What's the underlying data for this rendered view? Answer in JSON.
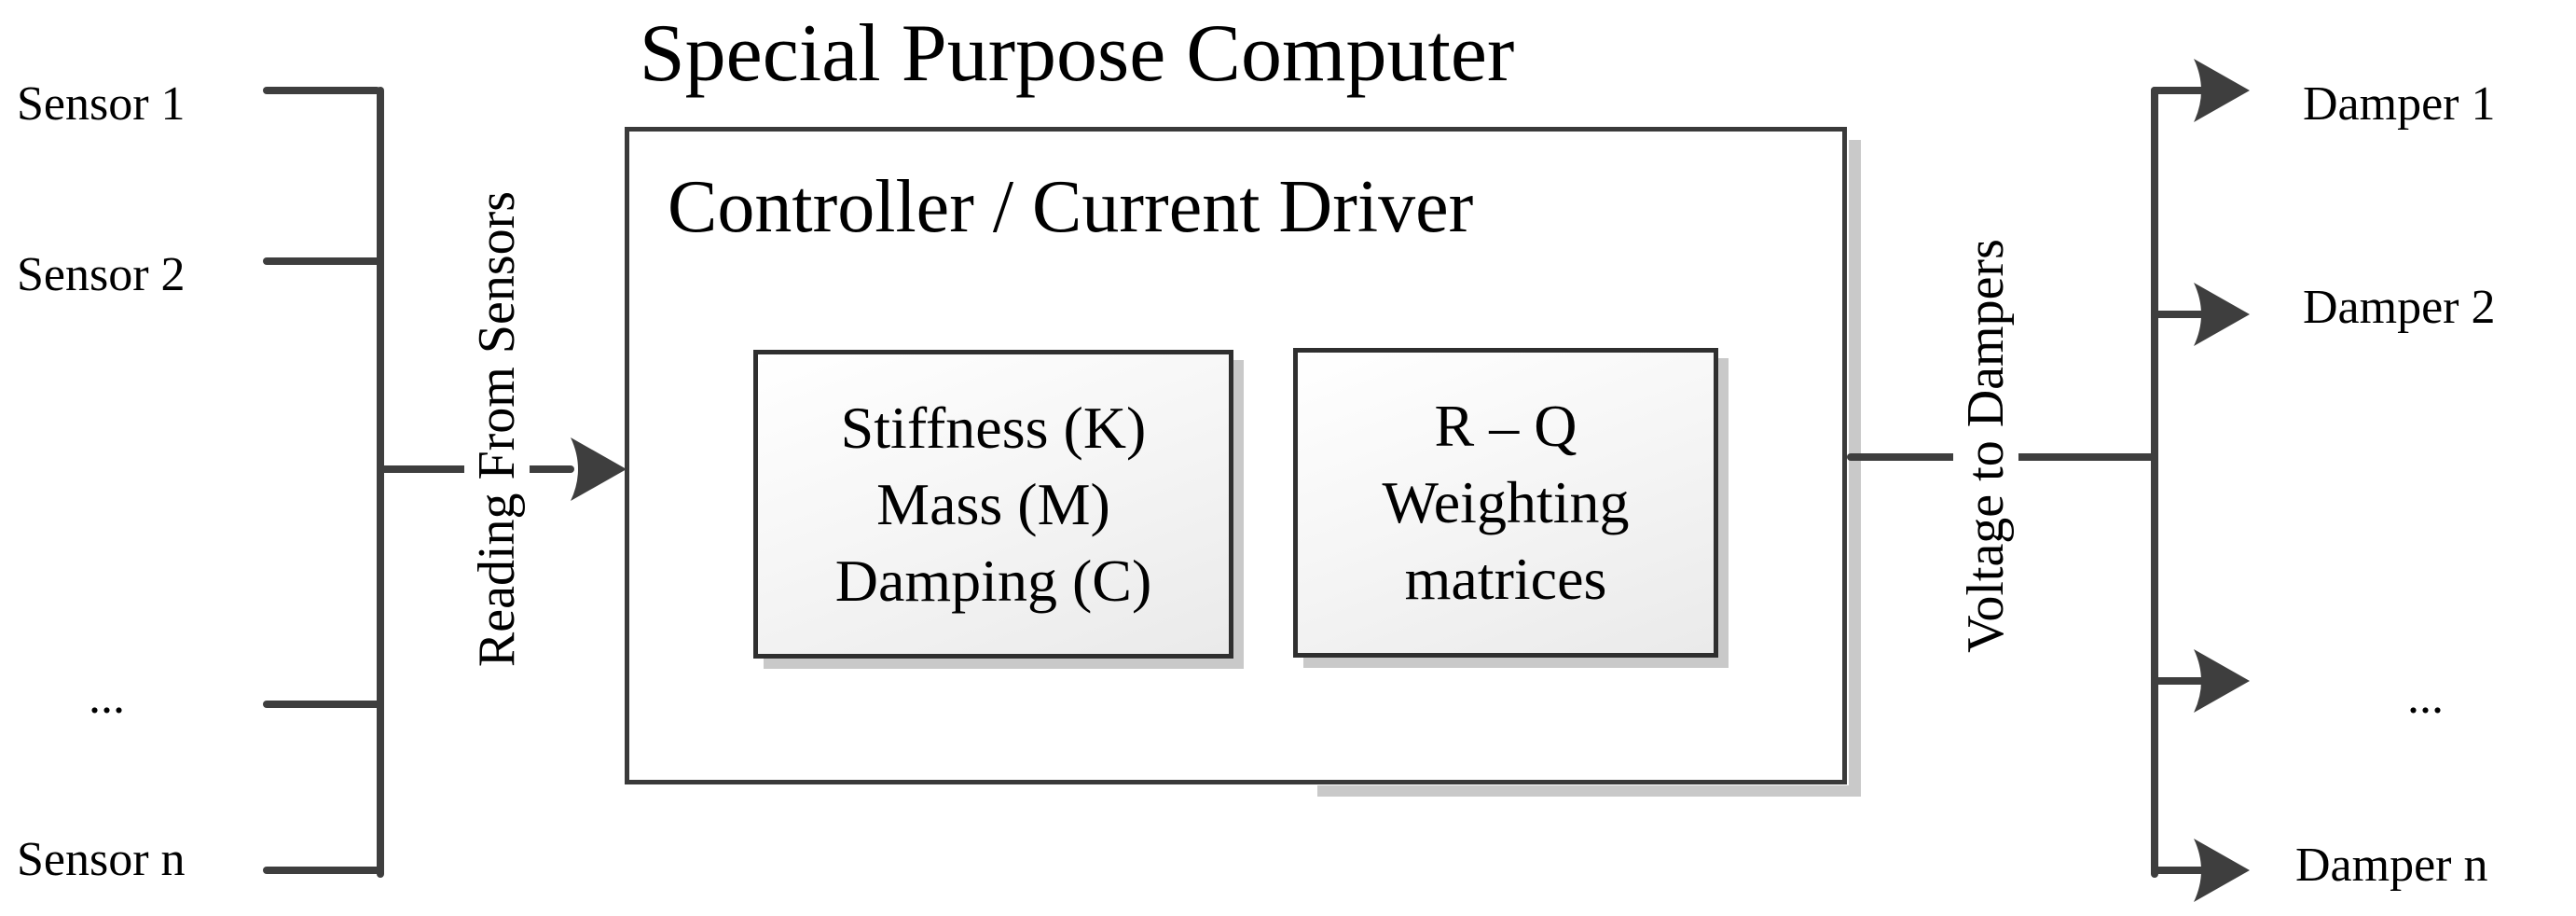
{
  "title": "Special Purpose Computer",
  "main_box": {
    "label": "Controller / Current Driver"
  },
  "inner_boxes": {
    "model_box": {
      "line1": "Stiffness (K)",
      "line2": "Mass (M)",
      "line3": "Damping (C)"
    },
    "weighting_box": {
      "line1": "R – Q",
      "line2": "Weighting",
      "line3": "matrices"
    }
  },
  "left": {
    "flow_label": "Reading From Sensors",
    "items": [
      {
        "label": "Sensor 1"
      },
      {
        "label": "Sensor 2"
      },
      {
        "label": "..."
      },
      {
        "label": "Sensor n"
      }
    ]
  },
  "right": {
    "flow_label": "Voltage to Dampers",
    "items": [
      {
        "label": "Damper 1"
      },
      {
        "label": "Damper 2"
      },
      {
        "label": "..."
      },
      {
        "label": "Damper n"
      }
    ]
  },
  "colors": {
    "wire": "#3e3e3e",
    "box_border": "#3a3a3a",
    "shadow": "#c9c9c9",
    "text": "#000000"
  }
}
